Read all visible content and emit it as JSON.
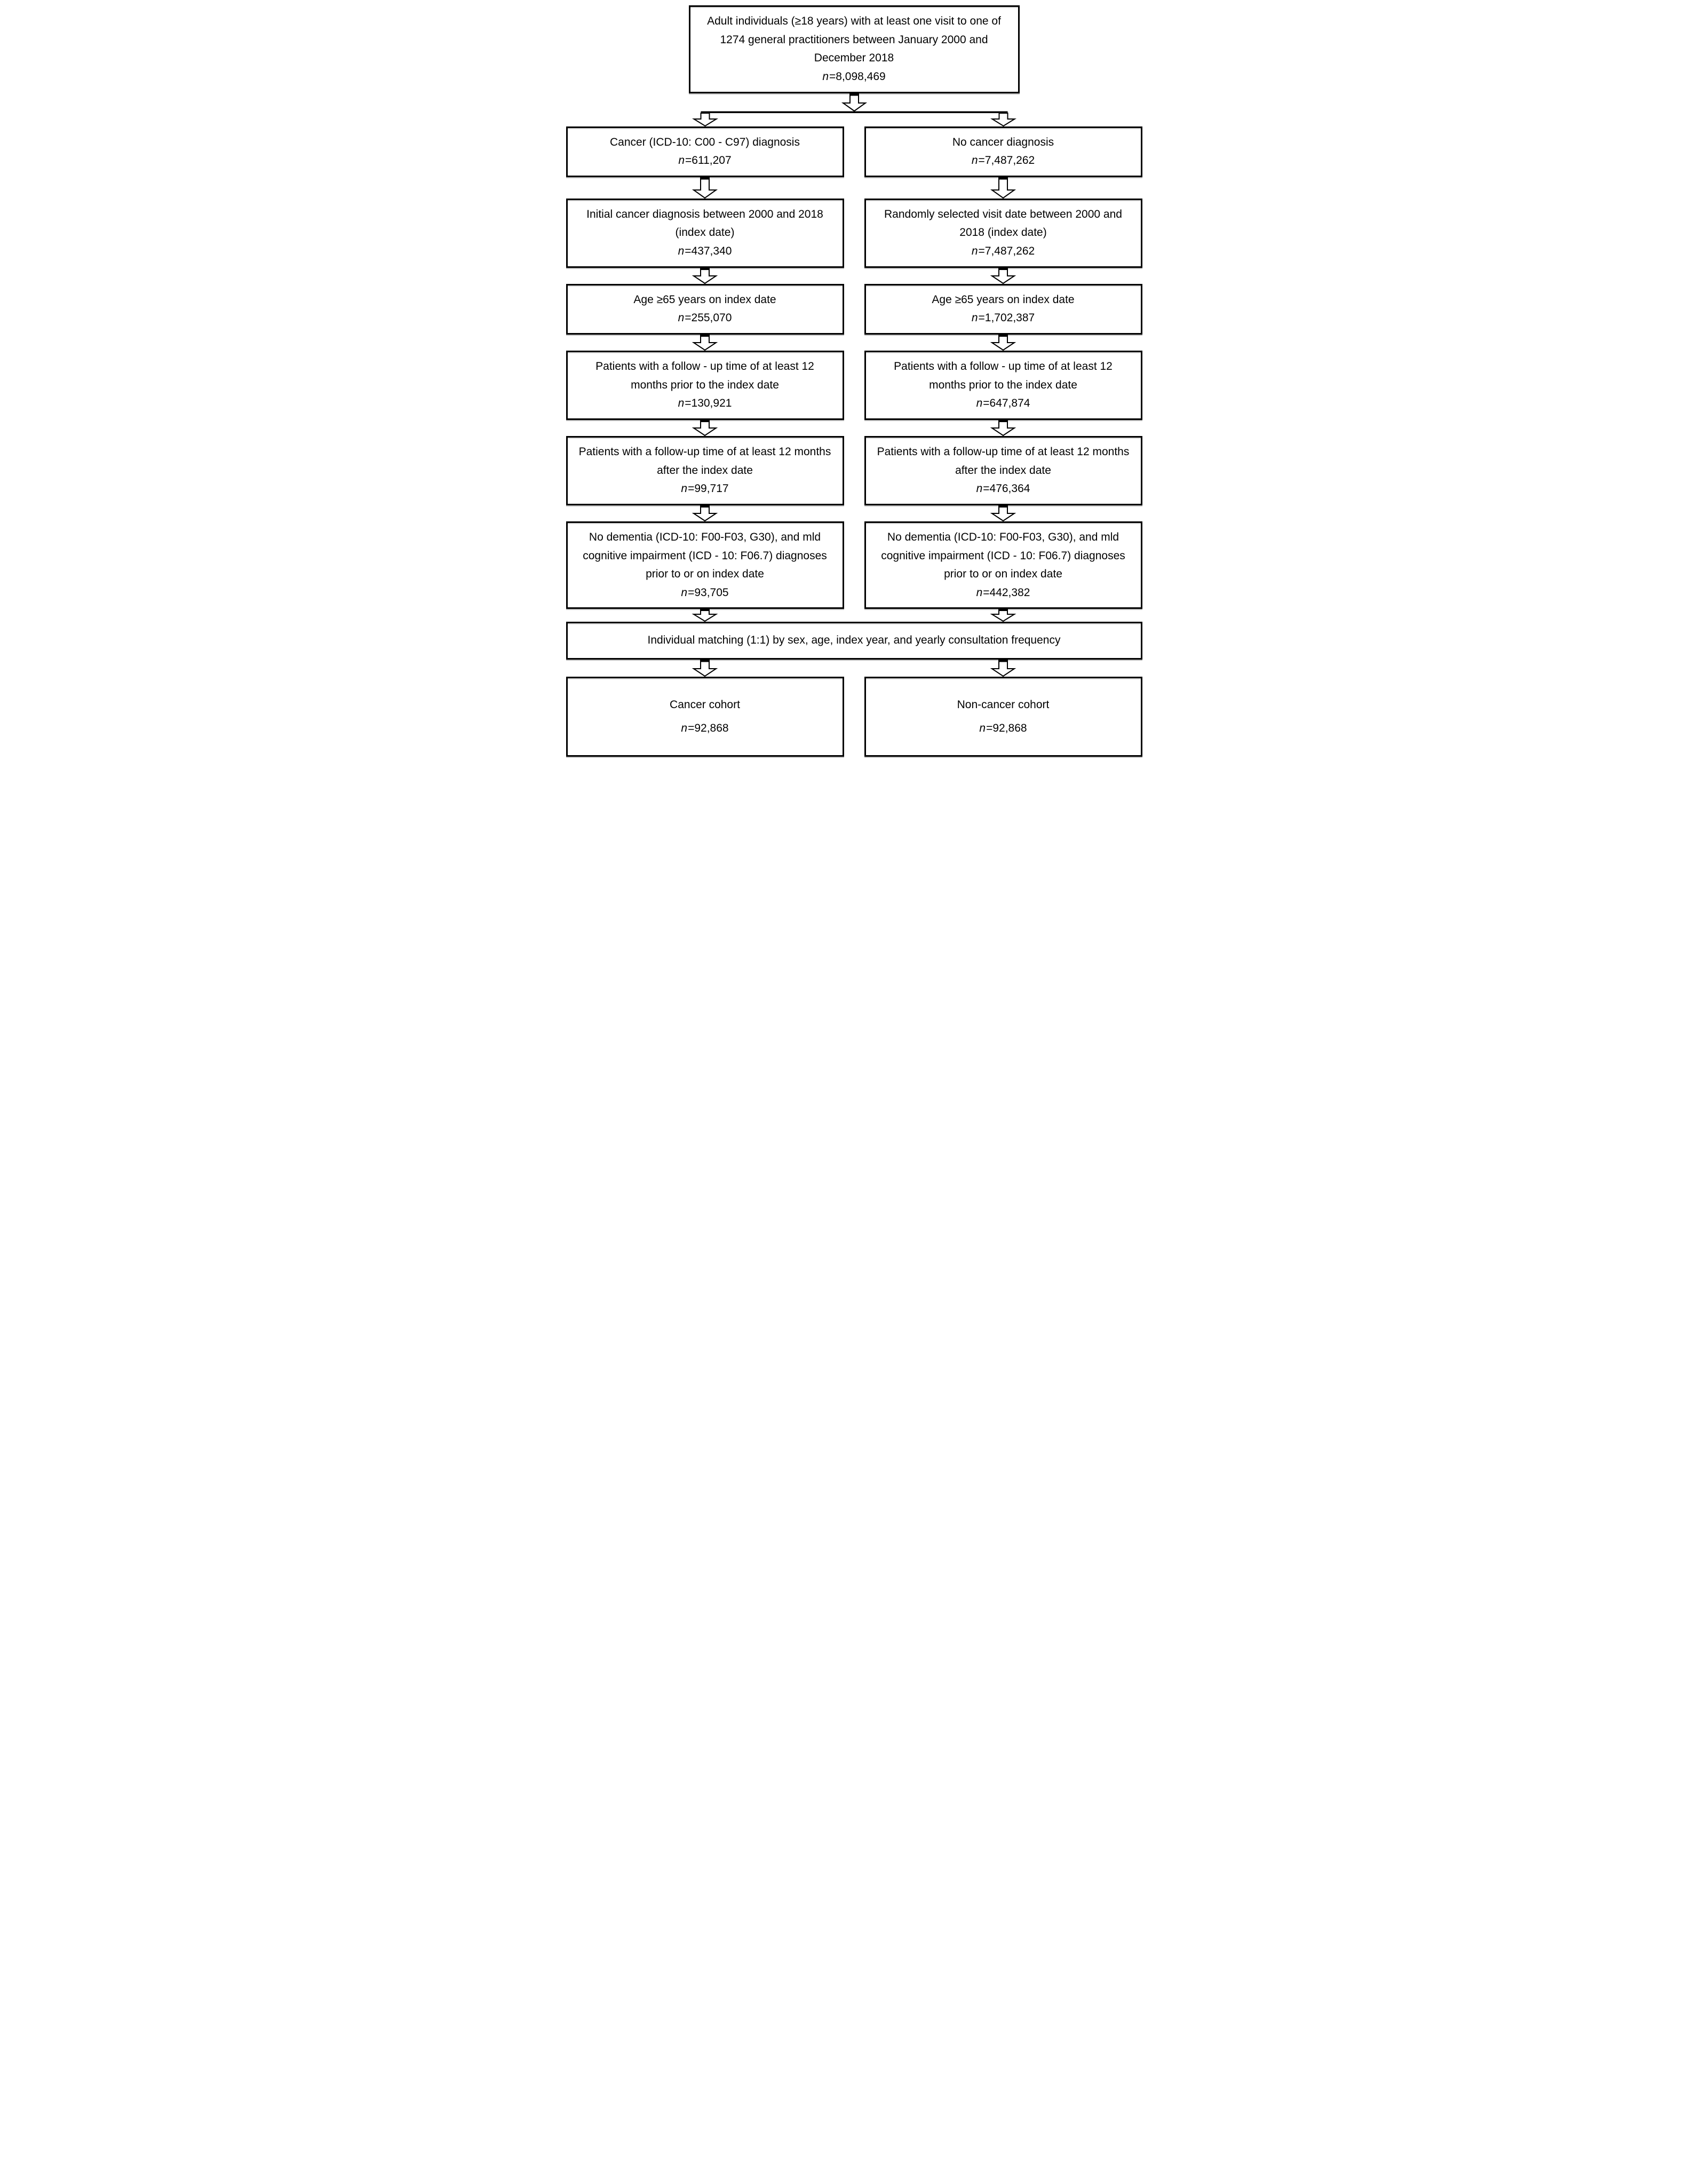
{
  "n_symbol": "n",
  "colors": {
    "ink": "#000000",
    "paper": "#ffffff"
  },
  "boxes": {
    "top_population": {
      "text": "Adult individuals (≥18 years) with at least one visit to one of 1274 general practitioners between January 2000 and December 2018",
      "n": "=8,098,469"
    },
    "cancer_diagnosis": {
      "text": "Cancer (ICD-10: C00 - C97) diagnosis",
      "n": "=611,207"
    },
    "no_cancer_diagnosis": {
      "text": "No cancer diagnosis",
      "n": "=7,487,262"
    },
    "initial_cancer_diagnosis": {
      "text": "Initial cancer diagnosis between 2000 and 2018 (index date)",
      "n": "=437,340"
    },
    "random_visit_date": {
      "text": "Randomly selected visit date between 2000 and 2018 (index date)",
      "n": "=7,487,262"
    },
    "age65_cancer": {
      "text": "Age ≥65 years on index date",
      "n": "=255,070"
    },
    "age65_noncancer": {
      "text": "Age ≥65 years on index date",
      "n": "=1,702,387"
    },
    "followup_prior_cancer": {
      "text": "Patients with a follow - up time of at least 12 months prior to the index date",
      "n": "=130,921"
    },
    "followup_prior_noncancer": {
      "text": "Patients with a follow - up time of at least 12 months prior to the index date",
      "n": "=647,874"
    },
    "followup_after_cancer": {
      "text": "Patients with a follow-up time of at least 12 months after the index date",
      "n": "=99,717"
    },
    "followup_after_noncancer": {
      "text": "Patients with a follow-up time of at least 12 months after the index date",
      "n": "=476,364"
    },
    "no_dementia_cancer": {
      "text": "No dementia (ICD-10: F00-F03, G30), and mld cognitive impairment (ICD - 10: F06.7) diagnoses prior to or on index date",
      "n": "=93,705"
    },
    "no_dementia_noncancer": {
      "text": "No dementia (ICD-10: F00-F03, G30), and mld cognitive impairment (ICD - 10: F06.7) diagnoses prior to or on index date",
      "n": "=442,382"
    },
    "matching": {
      "text": "Individual matching (1:1) by sex, age, index year, and yearly consultation frequency"
    },
    "cancer_cohort": {
      "text": "Cancer cohort",
      "n": "=92,868"
    },
    "noncancer_cohort": {
      "text": "Non-cancer cohort",
      "n": "=92,868"
    }
  }
}
